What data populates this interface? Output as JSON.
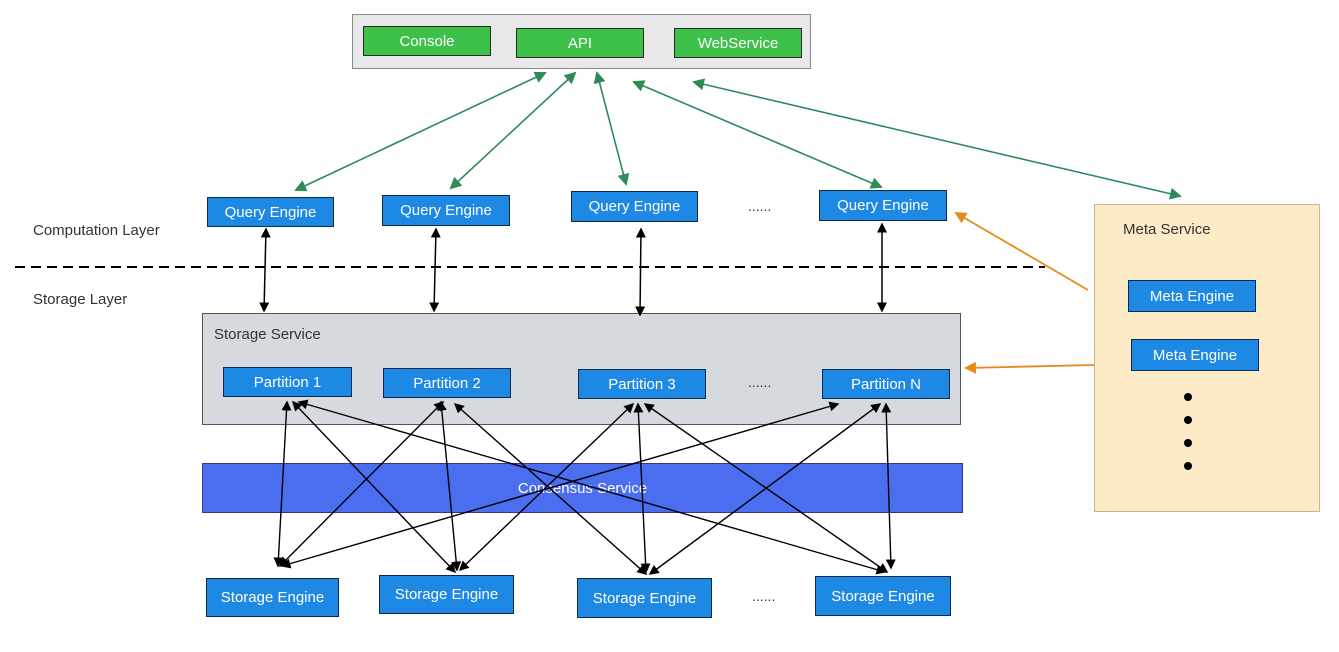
{
  "colors": {
    "client_panel_bg": "#e8e8ea",
    "client_btn": "#3ec14b",
    "engine_box": "#1e88e5",
    "storage_panel_bg": "#d6d9de",
    "consensus_bar": "#4b6ef0",
    "meta_panel_bg": "#fdebc8",
    "client_arrow": "#2e8b57",
    "meta_arrow": "#e8891c",
    "internal_arrow": "#000000"
  },
  "clients": {
    "console": "Console",
    "api": "API",
    "webservice": "WebService"
  },
  "layers": {
    "computation": "Computation Layer",
    "storage": "Storage Layer"
  },
  "query_engines": [
    "Query Engine",
    "Query Engine",
    "Query Engine",
    "Query Engine"
  ],
  "query_ellipsis": "......",
  "storage_service": {
    "title": "Storage Service",
    "partitions": [
      "Partition 1",
      "Partition 2",
      "Partition 3",
      "Partition N"
    ],
    "ellipsis": "......"
  },
  "consensus": "Consensus Service",
  "storage_engines": [
    "Storage Engine",
    "Storage Engine",
    "Storage Engine",
    "Storage Engine"
  ],
  "storage_ellipsis": "......",
  "meta_service": {
    "title": "Meta Service",
    "engines": [
      "Meta Engine",
      "Meta Engine"
    ]
  }
}
